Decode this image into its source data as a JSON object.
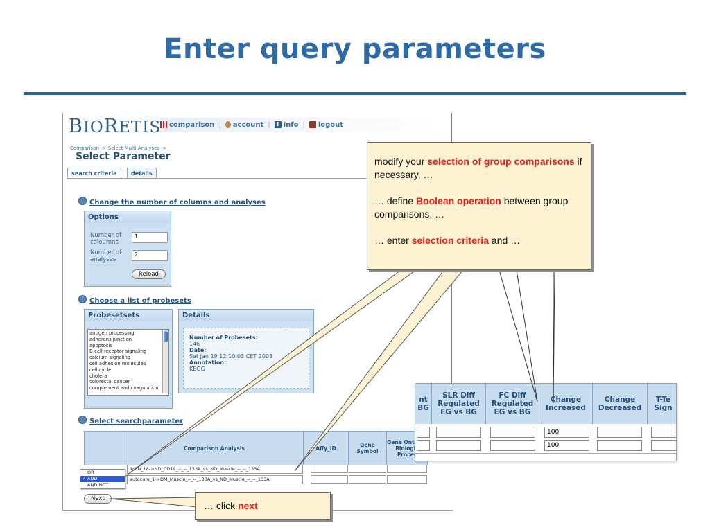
{
  "slide": {
    "title": "Enter query parameters"
  },
  "app": {
    "logo": {
      "first": "B",
      "rest1": "IO",
      "second": "R",
      "rest2": "ETIS"
    },
    "nav": [
      "comparison",
      "account",
      "info",
      "logout"
    ],
    "breadcrumb": "Comparison -> Select Multi Analyses ->",
    "page_title": "Select Parameter",
    "tabs": [
      "search criteria",
      "details"
    ],
    "section_columns": "Change the number of columns and analyses",
    "options": {
      "title": "Options",
      "columns_label": "Number of coloumns",
      "columns_value": "1",
      "analyses_label": "Number of analyses",
      "analyses_value": "2",
      "reload_label": "Reload"
    },
    "section_probesets": "Choose a list of probesets",
    "probesets": {
      "title": "Probesetsets",
      "items": [
        "antigen processing",
        "adherens junction",
        "apoptosis",
        "B-cell receptor signaling",
        "calcium signaling",
        "cell adhesion molecules",
        "cell cycle",
        "cholera",
        "colorectal cancer",
        "complement and coagulation"
      ]
    },
    "details": {
      "title": "Details",
      "num_label": "Number of Probesets:",
      "num_value": "146",
      "date_label": "Date:",
      "date_value": "Sat Jan 19 12:10:03 CET 2008",
      "annot_label": "Annotation:",
      "annot_value": "KEGG"
    },
    "section_search": "Select searchparameter",
    "table_headers": [
      "Comparison Analysis",
      "Affy_ID",
      "Gene Symbol",
      "Gene Ontolog Biologic Proces"
    ],
    "rows": [
      {
        "comparison": "ifcFN_18->ND_CD19_--_--_133A_vs_ND_Muscle_--_--_133A"
      },
      {
        "comparison": "autocure_1->DM_Muscle_--_--_133A_vs_ND_Muscle_--_--_133A"
      }
    ],
    "operator_options": [
      "OR",
      "AND",
      "AND NOT"
    ],
    "operator_selected": "AND",
    "operator_check": "✓",
    "next_label": "Next"
  },
  "zoom_table": {
    "headers": [
      "nt BG",
      "SLR Diff Regulated EG vs BG",
      "FC Diff Regulated EG vs BG",
      "Change Increased",
      "Change Decreased",
      "T-Te Sign"
    ],
    "increased_values": [
      "100",
      "100"
    ]
  },
  "callouts": {
    "main": {
      "p1_pre": "modify your ",
      "p1_hl": "selection of group comparisons",
      "p1_post": " if necessary, …",
      "p2_pre": "… define ",
      "p2_hl": "Boolean operation",
      "p2_post": " between group comparisons, …",
      "p3_pre": "… enter ",
      "p3_hl": "selection criteria",
      "p3_post": " and …"
    },
    "next": {
      "pre": "… click ",
      "hl": "next"
    }
  },
  "colors": {
    "title": "#2e6aa5",
    "rule": "#2f6296",
    "highlight": "#e3201b",
    "callout_bg": "#fdf3d3",
    "panel_bg": "#cde0f2"
  }
}
